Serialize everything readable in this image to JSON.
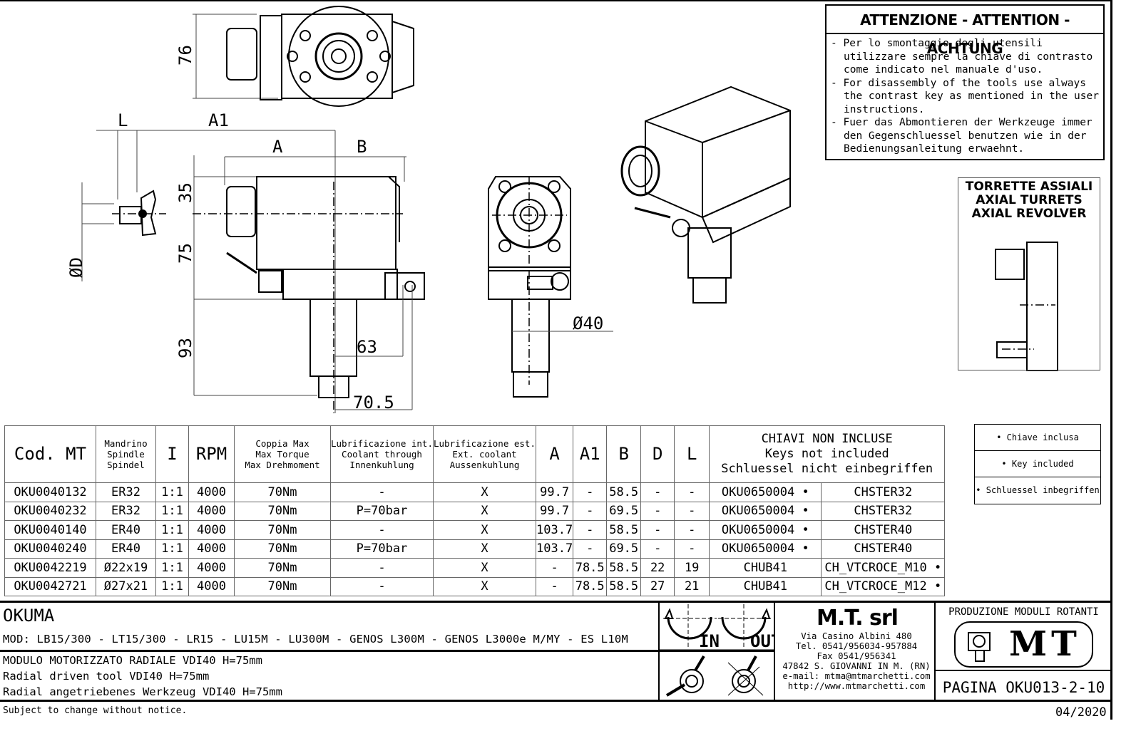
{
  "warning": {
    "title": "ATTENZIONE - ATTENTION - ACHTUNG",
    "items": [
      "- Per lo smontaggio degli utensili utilizzare sempre la chiave di contrasto come indicato nel manuale d'uso.",
      "- For disassembly of the tools use always the contrast key as mentioned in the user instructions.",
      "- Fuer das Abmontieren der Werkzeuge immer den Gegenschluessel benutzen wie in der Bedienungsanleitung erwaehnt."
    ]
  },
  "axial": {
    "line1": "TORRETTE ASSIALI",
    "line2": "AXIAL TURRETS",
    "line3": "AXIAL REVOLVER"
  },
  "dimensions": {
    "top_height": "76",
    "L": "L",
    "A1": "A1",
    "A": "A",
    "B": "B",
    "D": "ØD",
    "h35": "35",
    "h75": "75",
    "h93": "93",
    "d63": "63",
    "d70_5": "70.5",
    "dia40": "Ø40"
  },
  "table": {
    "headers": {
      "cod": "Cod. MT",
      "spindle": [
        "Mandrino",
        "Spindle",
        "Spindel"
      ],
      "ratio": "I",
      "rpm": "RPM",
      "torque": [
        "Coppia Max",
        "Max Torque",
        "Max Drehmoment"
      ],
      "coolant_int": [
        "Lubrificazione int.",
        "Coolant through",
        "Innenkuhlung"
      ],
      "coolant_ext": [
        "Lubrificazione est.",
        "Ext. coolant",
        "Aussenkuhlung"
      ],
      "A": "A",
      "A1": "A1",
      "B": "B",
      "D": "D",
      "L": "L",
      "keys": [
        "CHIAVI NON INCLUSE",
        "Keys not included",
        "Schluessel nicht einbegriffen"
      ]
    },
    "rows": [
      {
        "cod": "OKU0040132",
        "spindle": "ER32",
        "ratio": "1:1",
        "rpm": "4000",
        "torque": "70Nm",
        "cint": "-",
        "cext": "X",
        "A": "99.7",
        "A1": "-",
        "B": "58.5",
        "D": "-",
        "L": "-",
        "key1": "OKU0650004 •",
        "key2": "CHSTER32"
      },
      {
        "cod": "OKU0040232",
        "spindle": "ER32",
        "ratio": "1:1",
        "rpm": "4000",
        "torque": "70Nm",
        "cint": "P=70bar",
        "cext": "X",
        "A": "99.7",
        "A1": "-",
        "B": "69.5",
        "D": "-",
        "L": "-",
        "key1": "OKU0650004 •",
        "key2": "CHSTER32"
      },
      {
        "cod": "OKU0040140",
        "spindle": "ER40",
        "ratio": "1:1",
        "rpm": "4000",
        "torque": "70Nm",
        "cint": "-",
        "cext": "X",
        "A": "103.7",
        "A1": "-",
        "B": "58.5",
        "D": "-",
        "L": "-",
        "key1": "OKU0650004 •",
        "key2": "CHSTER40"
      },
      {
        "cod": "OKU0040240",
        "spindle": "ER40",
        "ratio": "1:1",
        "rpm": "4000",
        "torque": "70Nm",
        "cint": "P=70bar",
        "cext": "X",
        "A": "103.7",
        "A1": "-",
        "B": "69.5",
        "D": "-",
        "L": "-",
        "key1": "OKU0650004 •",
        "key2": "CHSTER40"
      },
      {
        "cod": "OKU0042219",
        "spindle": "Ø22x19",
        "ratio": "1:1",
        "rpm": "4000",
        "torque": "70Nm",
        "cint": "-",
        "cext": "X",
        "A": "-",
        "A1": "78.5",
        "B": "58.5",
        "D": "22",
        "L": "19",
        "key1": "CHUB41",
        "key2": "CH_VTCROCE_M10 •"
      },
      {
        "cod": "OKU0042721",
        "spindle": "Ø27x21",
        "ratio": "1:1",
        "rpm": "4000",
        "torque": "70Nm",
        "cint": "-",
        "cext": "X",
        "A": "-",
        "A1": "78.5",
        "B": "58.5",
        "D": "27",
        "L": "21",
        "key1": "CHUB41",
        "key2": "CH_VTCROCE_M12 •"
      }
    ]
  },
  "legend": [
    "• Chiave inclusa",
    "• Key included",
    "• Schluessel inbegriffen"
  ],
  "titleblock": {
    "brand": "OKUMA",
    "models": "MOD: LB15/300 - LT15/300 - LR15 - LU15M - LU300M - GENOS L300M - GENOS L3000e M/MY - ES L10M",
    "desc_it": "MODULO MOTORIZZATO RADIALE VDI40 H=75mm",
    "desc_en": "Radial driven tool VDI40 H=75mm",
    "desc_de": "Radial angetriebenes Werkzeug VDI40 H=75mm",
    "rot_in": "IN",
    "rot_out": "OUT",
    "company": "M.T. srl",
    "address": [
      "Via Casino Albini 480",
      "Tel. 0541/956034-957884",
      "Fax 0541/956341",
      "47842 S. GIOVANNI IN M. (RN)",
      "e-mail: mtma@mtmarchetti.com",
      "http://www.mtmarchetti.com"
    ],
    "production": "PRODUZIONE MODULI ROTANTI",
    "logo": "MT",
    "page": "PAGINA OKU013-2-10",
    "notice": "Subject to change without notice.",
    "date": "04/2020"
  }
}
